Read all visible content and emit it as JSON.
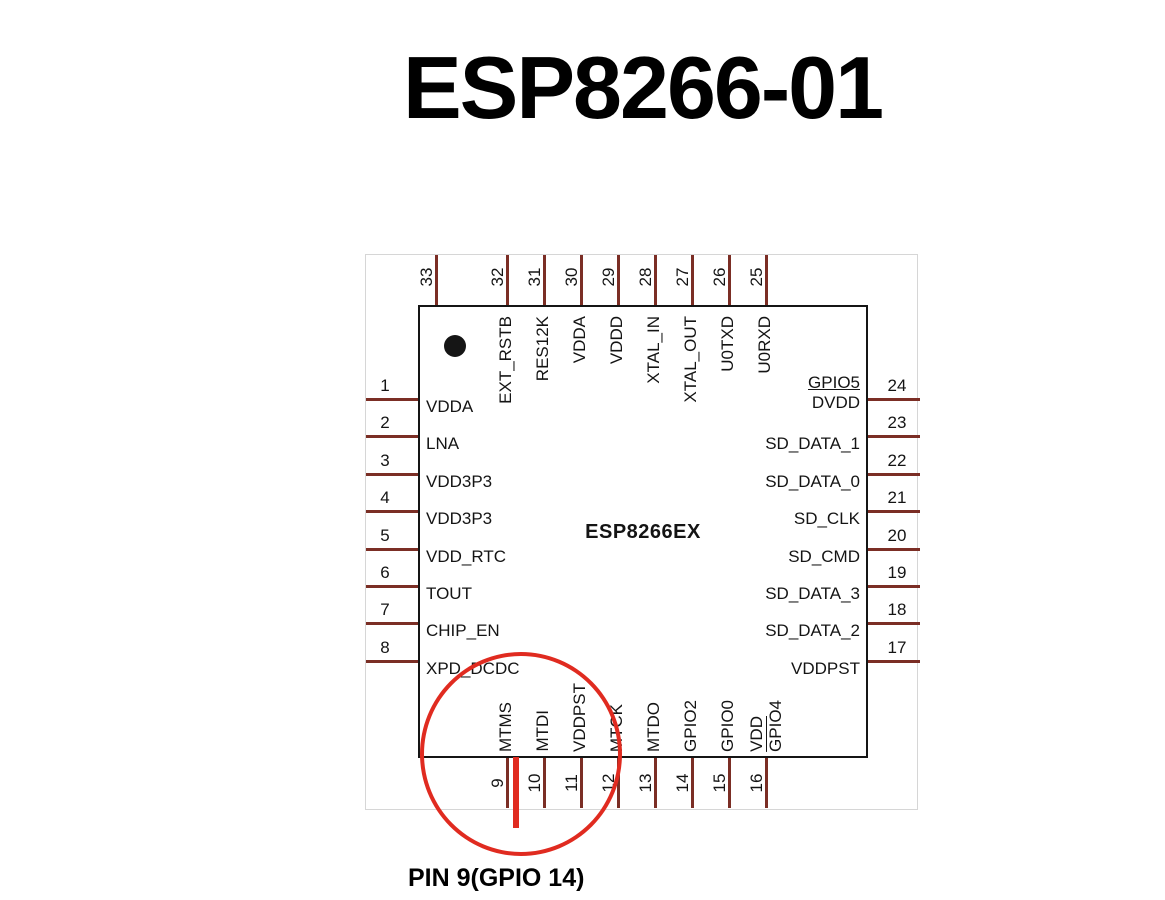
{
  "title": "ESP8266-01",
  "chip": {
    "name": "ESP8266EX"
  },
  "annotation": {
    "label": "PIN 9(GPIO 14)"
  },
  "colors": {
    "pin_line": "#7b2e25",
    "highlight_red": "#e02b20",
    "chip_border": "#151515"
  },
  "pins": {
    "left": [
      {
        "number": "1",
        "label": "VDDA"
      },
      {
        "number": "2",
        "label": "LNA"
      },
      {
        "number": "3",
        "label": "VDD3P3"
      },
      {
        "number": "4",
        "label": "VDD3P3"
      },
      {
        "number": "5",
        "label": "VDD_RTC"
      },
      {
        "number": "6",
        "label": "TOUT"
      },
      {
        "number": "7",
        "label": "CHIP_EN"
      },
      {
        "number": "8",
        "label": "XPD_DCDC"
      }
    ],
    "top": [
      {
        "number": "33",
        "label": ""
      },
      {
        "number": "32",
        "label": "EXT_RSTB"
      },
      {
        "number": "31",
        "label": "RES12K"
      },
      {
        "number": "30",
        "label": "VDDA"
      },
      {
        "number": "29",
        "label": "VDDD"
      },
      {
        "number": "28",
        "label": "XTAL_IN"
      },
      {
        "number": "27",
        "label": "XTAL_OUT"
      },
      {
        "number": "26",
        "label": "U0TXD"
      },
      {
        "number": "25",
        "label": "U0RXD"
      }
    ],
    "right": [
      {
        "number": "24",
        "label": "DVDD",
        "alt_label": "GPIO5"
      },
      {
        "number": "23",
        "label": "SD_DATA_1"
      },
      {
        "number": "22",
        "label": "SD_DATA_0"
      },
      {
        "number": "21",
        "label": "SD_CLK"
      },
      {
        "number": "20",
        "label": "SD_CMD"
      },
      {
        "number": "19",
        "label": "SD_DATA_3"
      },
      {
        "number": "18",
        "label": "SD_DATA_2"
      },
      {
        "number": "17",
        "label": "VDDPST"
      }
    ],
    "bottom": [
      {
        "number": "9",
        "label": "MTMS"
      },
      {
        "number": "10",
        "label": "MTDI"
      },
      {
        "number": "11",
        "label": "VDDPST"
      },
      {
        "number": "12",
        "label": "MTCK"
      },
      {
        "number": "13",
        "label": "MTDO"
      },
      {
        "number": "14",
        "label": "GPIO2"
      },
      {
        "number": "15",
        "label": "GPIO0"
      },
      {
        "number": "16",
        "label": "GPIO4",
        "alt_label": "VDD"
      }
    ]
  }
}
